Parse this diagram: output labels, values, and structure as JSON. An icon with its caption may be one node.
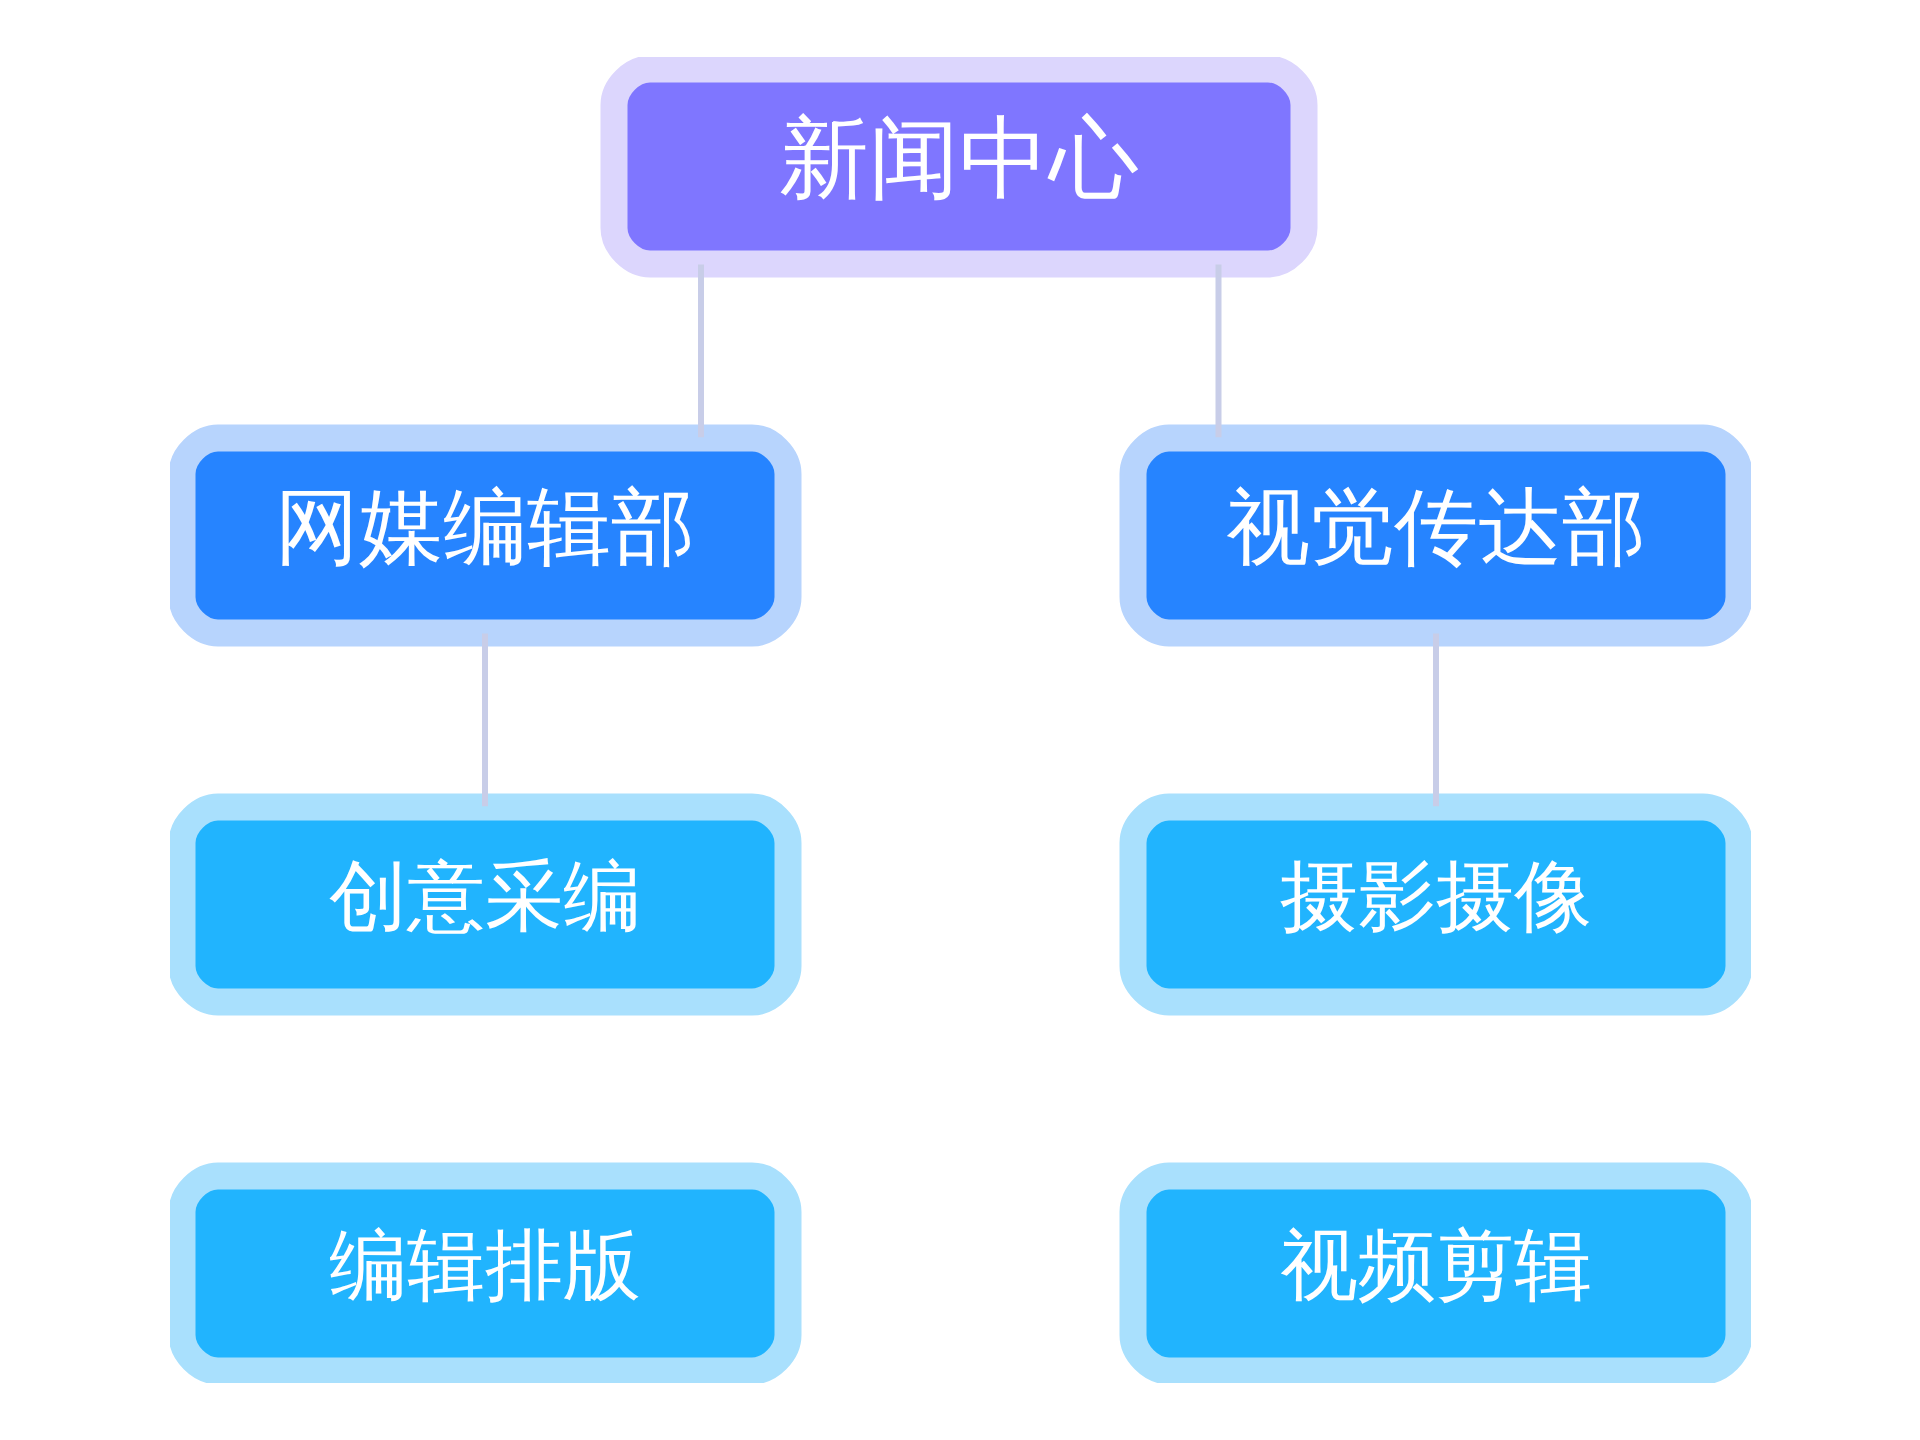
{
  "diagram": {
    "nodes": [
      {
        "text": [
          "新闻中心"
        ]
      },
      {
        "text": [
          "网媒编辑部"
        ]
      },
      {
        "text": [
          "视觉传达部"
        ]
      },
      {
        "text": [
          "创意采编"
        ]
      },
      {
        "text": [
          "摄影摄像"
        ]
      },
      {
        "text": [
          "编辑排版"
        ]
      },
      {
        "text": [
          "视频剪辑"
        ]
      }
    ],
    "edges": [
      {
        "from": 0,
        "to": 1,
        "arrow": "none"
      },
      {
        "from": 0,
        "to": 2,
        "arrow": "none"
      },
      {
        "from": 1,
        "to": 3,
        "arrow": "none"
      },
      {
        "from": 2,
        "to": 4,
        "arrow": "none"
      }
    ]
  }
}
